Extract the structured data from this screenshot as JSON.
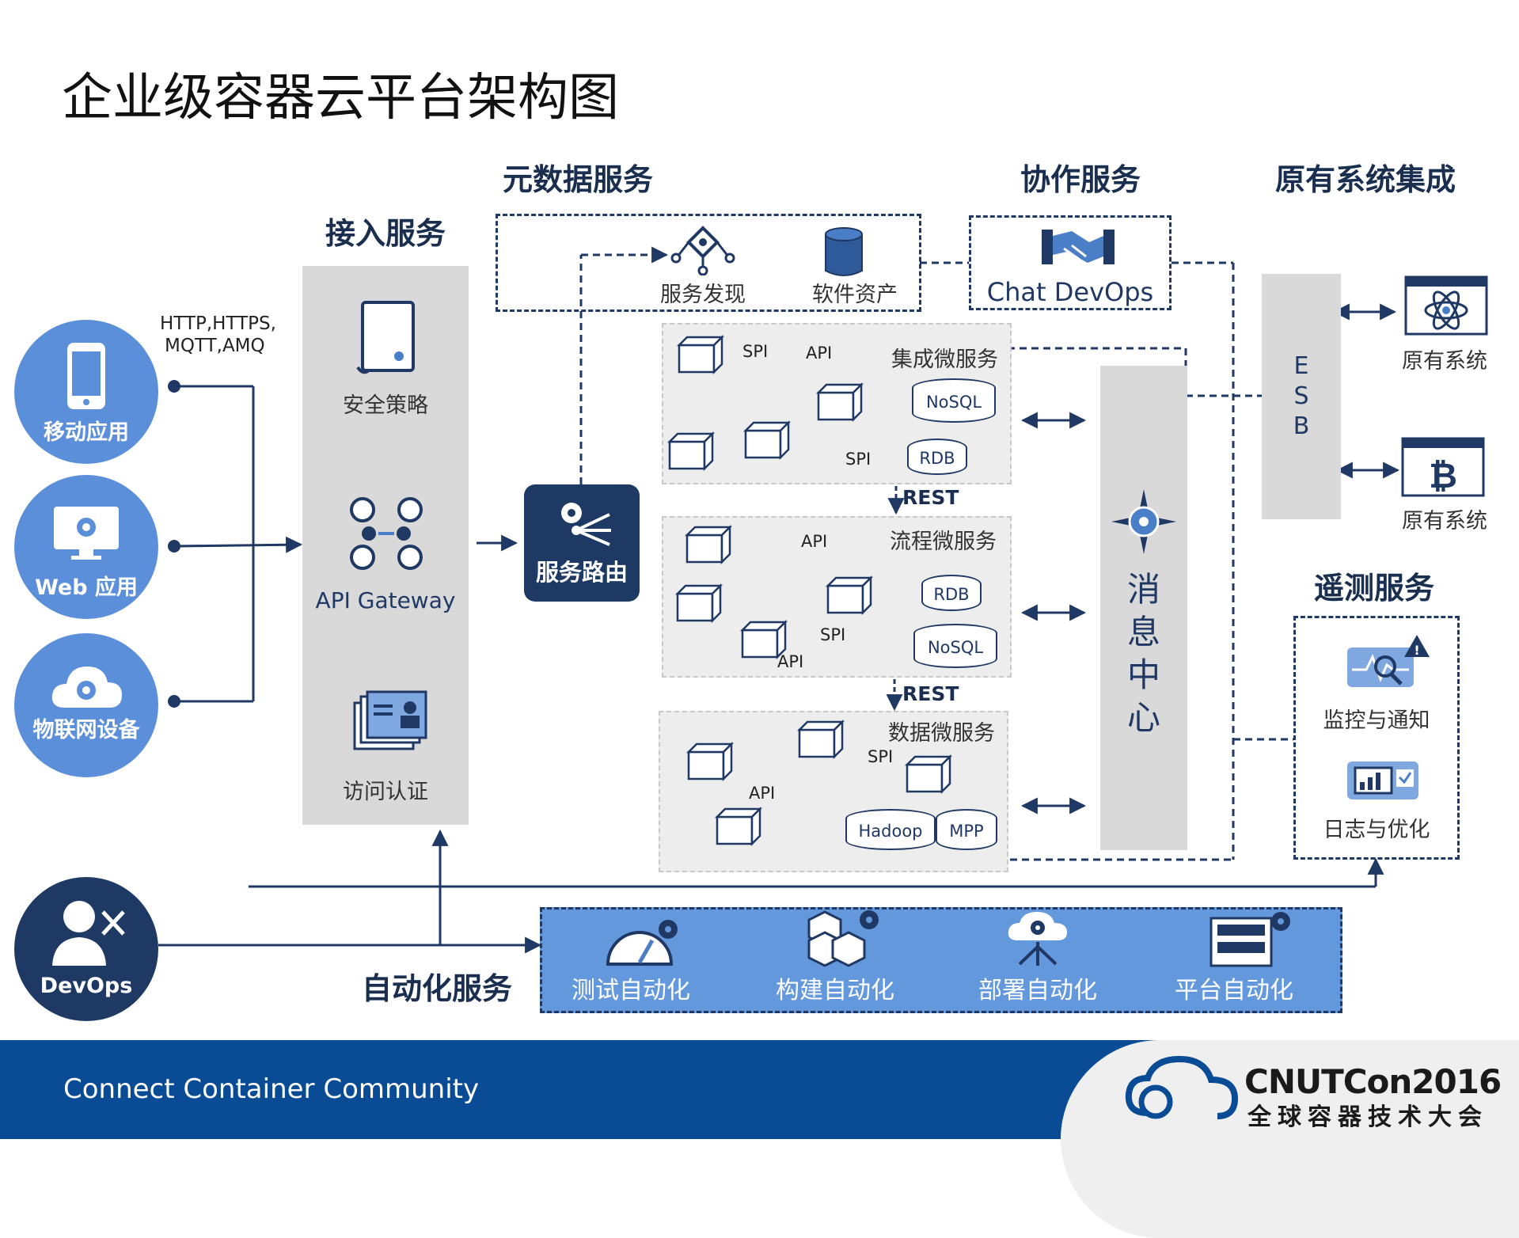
{
  "title": "企业级容器云平台架构图",
  "sections": {
    "metadata": "元数据服务",
    "collab": "协作服务",
    "legacy": "原有系统集成",
    "access": "接入服务",
    "telemetry": "遥测服务",
    "automation": "自动化服务"
  },
  "clients": {
    "protocols_line1": "HTTP,HTTPS,",
    "protocols_line2": "MQTT,AMQ",
    "mobile": "移动应用",
    "web": "Web 应用",
    "iot": "物联网设备",
    "devops": "DevOps"
  },
  "access": {
    "security": "安全策略",
    "gateway": "API Gateway",
    "auth": "访问认证"
  },
  "router": "服务路由",
  "metadata": {
    "discovery": "服务发现",
    "assets": "软件资产"
  },
  "collab": {
    "chat": "Chat DevOps"
  },
  "micro": {
    "integration": {
      "title": "集成微服务",
      "spi": "SPI",
      "api": "API",
      "spi2": "SPI",
      "nosql": "NoSQL",
      "rdb": "RDB"
    },
    "rest1": "REST",
    "process": {
      "title": "流程微服务",
      "api": "API",
      "spi": "SPI",
      "api2": "API",
      "rdb": "RDB",
      "nosql": "NoSQL"
    },
    "rest2": "REST",
    "data": {
      "title": "数据微服务",
      "spi": "SPI",
      "api": "API",
      "hadoop": "Hadoop",
      "mpp": "MPP"
    }
  },
  "message_center": [
    "消",
    "息",
    "中",
    "心"
  ],
  "esb": [
    "E",
    "S",
    "B"
  ],
  "legacy": {
    "sys1": "原有系统",
    "sys2": "原有系统"
  },
  "telemetry": {
    "monitor": "监控与通知",
    "log": "日志与优化"
  },
  "automation": {
    "test": "测试自动化",
    "build": "构建自动化",
    "deploy": "部署自动化",
    "platform": "平台自动化"
  },
  "footer": {
    "tagline": "Connect Container Community",
    "brand": "CNUTCon2016",
    "brand_sub": "全球容器技术大会"
  },
  "colors": {
    "navy": "#1e3a64",
    "client_blue": "#5b8fd9",
    "auto_blue": "#6498dc",
    "footer_blue": "#0a4b96",
    "panel_gray": "#ededed"
  }
}
